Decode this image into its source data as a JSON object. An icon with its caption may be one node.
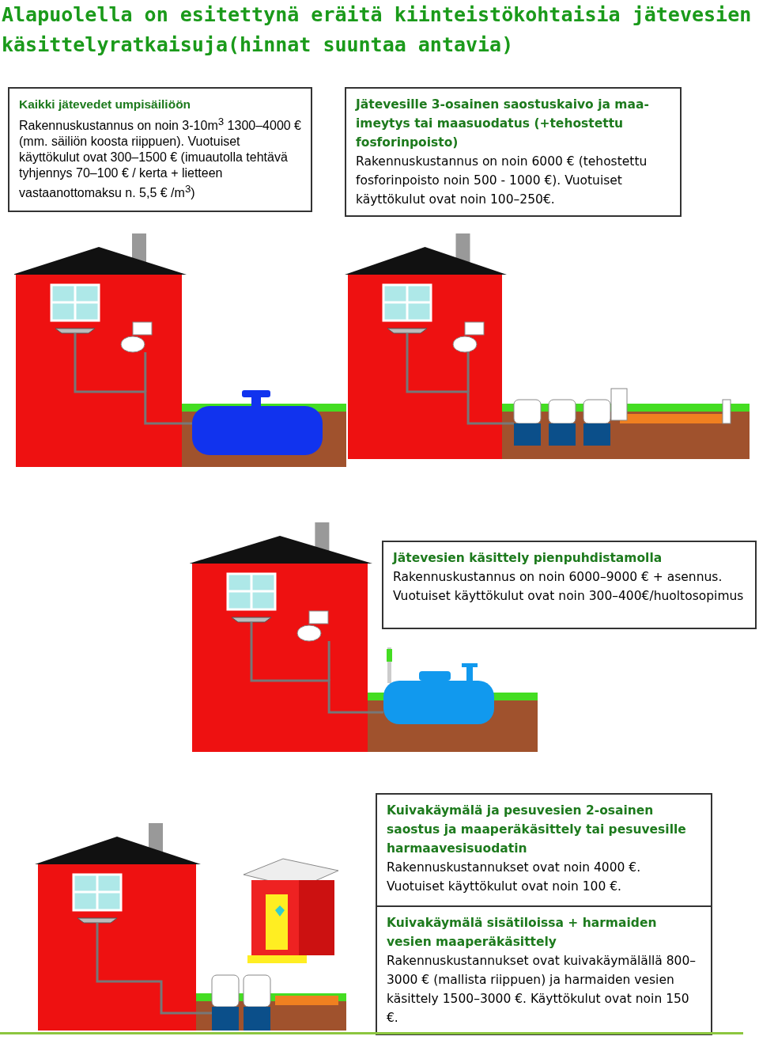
{
  "diagram": {
    "title": "Alapuolella on esitettynä eräitä kiinteistökohtaisia jätevesien käsittelyratkaisuja(hinnat suuntaa antavia)",
    "nodes": [
      {
        "text": [
          "Kaikki jätevedet umpisäiliöön",
          "Rakennuskustannus on noin 3-10m$^{3}$ 1300–4000 € (mm. säiliön koosta riippuen). Vuotuiset käyttökulut ovat 300–1500 € (imuautolla tehtävä tyhjennys 70–100 € / kerta + lietteen vastaanottomaksu n. 5,5 € /m$^{3}$)"
        ]
      },
      {
        "text": [
          "Jätevesille 3-osainen saostuskaivo ja maa-imeytys tai maasuodatus (+tehostettu fosforinpoisto)",
          "Rakennuskustannus on noin 6000 € (tehostettu fosforinpoisto noin 500 - 1000 €). Vuotuiset käyttökulut ovat noin 100–250€."
        ]
      },
      {
        "text": [
          "Jätevesien käsittely pienpuhdistamolla",
          "Rakennuskustannus on noin 6000–9000 € + asennus. Vuotuiset käyttökulut ovat noin 300–400€/huoltosopimus"
        ]
      },
      {
        "text": [
          "Kuivakäymälä ja pesuvesien 2-osainen saostus ja maaperäkäsittely tai pesuvesille harmaavesisuodatin",
          "Rakennuskustannukset ovat noin 4000 €. Vuotuiset käyttökulut ovat noin 100 €."
        ]
      },
      {
        "text": [
          "Kuivakäymälä sisätiloissa + harmaiden vesien maaperäkäsittely",
          "Rakennuskustannukset ovat kuivakäymälällä 800–3000 € (mallista riippuen) ja harmaiden vesien käsittely 1500–3000 €. Käyttökulut ovat noin 150 €."
        ]
      }
    ]
  }
}
